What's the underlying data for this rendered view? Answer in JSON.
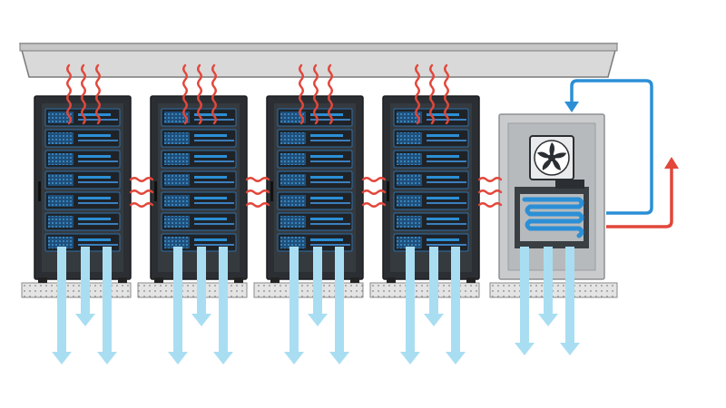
{
  "racks": [
    {
      "id": "rack-1"
    },
    {
      "id": "rack-2"
    },
    {
      "id": "rack-3"
    },
    {
      "id": "rack-4"
    }
  ],
  "units_per_rack": 7,
  "cooling_unit": {
    "id": "crac-unit"
  },
  "colors": {
    "hot_air": "#e2473a",
    "cool_air": "#a9def2",
    "server_led": "#2b8fd6",
    "return_loop": "#2b8fd6",
    "supply_loop": "#e2473a",
    "rack_body": "#2b2f33",
    "cooling_cabinet": "#d3d5d7"
  },
  "icons": [
    "heat-wave-icon",
    "cold-air-arrow-icon",
    "fan-icon",
    "coil-icon",
    "return-arrow-icon",
    "exhaust-arrow-icon"
  ]
}
